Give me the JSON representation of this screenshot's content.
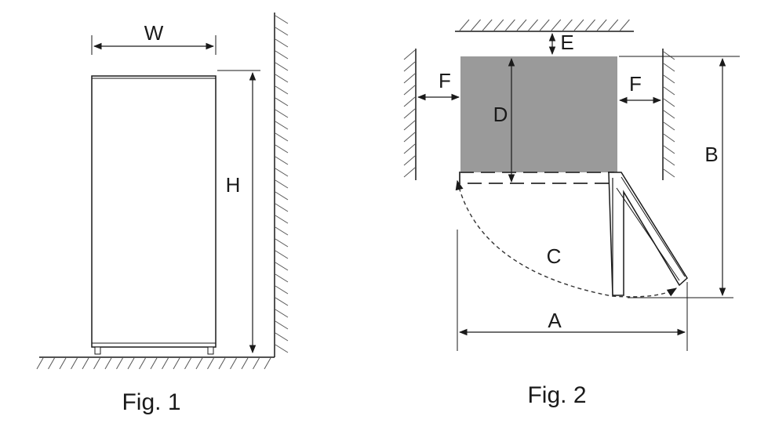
{
  "figure1": {
    "label_width": "W",
    "label_height": "H",
    "caption": "Fig. 1"
  },
  "figure2": {
    "label_a": "A",
    "label_b": "B",
    "label_c": "C",
    "label_d": "D",
    "label_e": "E",
    "label_f_left": "F",
    "label_f_right": "F",
    "caption": "Fig. 2"
  },
  "colors": {
    "line": "#1a1a1a",
    "fridge_fill": "#9a9a9a",
    "hatch": "#555555",
    "dashed": "#444444"
  }
}
